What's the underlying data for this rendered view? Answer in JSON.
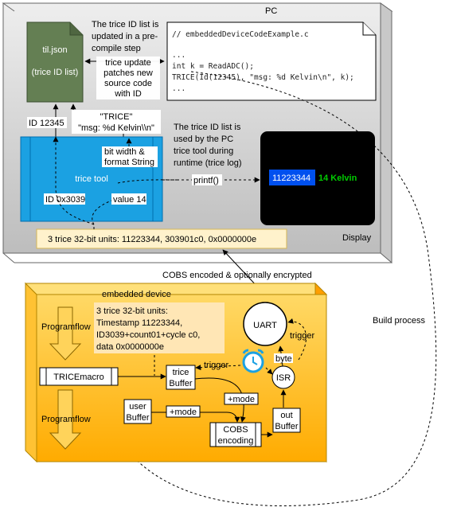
{
  "pc": {
    "title": "PC",
    "display_label": "Display",
    "til_file": {
      "name": "til.json",
      "subtitle": "(trice ID list)"
    },
    "prebuild_note": [
      "The trice ID list is",
      "updated in a pre-",
      "compile step"
    ],
    "update_note": [
      "trice update",
      "patches new",
      "source code",
      "with ID"
    ],
    "code_lines": [
      "// embeddedDeviceCodeExample.c",
      "...",
      "int k = ReadADC();",
      "TRICE(Id(12345), \"msg: %d Kelvin\\n\", k);",
      "..."
    ],
    "id_label": "ID 12345",
    "trice_string": [
      "\"TRICE\"",
      "\"msg: %d Kelvin\\\\n\""
    ],
    "runtime_note": [
      "The trice ID list is",
      "used by the PC",
      "trice tool during",
      "runtime (trice log)"
    ],
    "trice_tool": {
      "label": "trice tool",
      "bitwidth_note": [
        "bit width &",
        "format String"
      ],
      "id_hex": "ID 0x3039",
      "value": "value 14"
    },
    "printf_label": "printf()",
    "display": {
      "timestamp": "11223344",
      "message": "14 Kelvin"
    },
    "units_label": "3 trice 32-bit units: 11223344, 303901c0, 0x0000000e"
  },
  "link_label": "COBS encoded & optionally encrypted",
  "build_label": "Build process",
  "device": {
    "title": "embedded device",
    "programflow": "Programflow",
    "units_note": [
      "3 trice 32-bit units:",
      "Timestamp 11223344,",
      "ID3039+count01+cycle c0,",
      "data 0x0000000e"
    ],
    "uart": "UART",
    "trigger_top": "trigger",
    "byte": "byte",
    "trigger_left": "trigger",
    "isr": "ISR",
    "trice_macro": "TRICEmacro",
    "trice_buffer": [
      "trice",
      "Buffer"
    ],
    "mode_top": "+mode",
    "user_buffer": [
      "user",
      "Buffer"
    ],
    "mode_bottom": "+mode",
    "cobs": [
      "COBS",
      "encoding"
    ],
    "out_buffer": [
      "out",
      "Buffer"
    ]
  },
  "colors": {
    "pc_front": "#d7d7d7",
    "pc_top": "#ebebeb",
    "pc_side": "#c4c4c4",
    "til_green": "#647f53",
    "tool_blue": "#1ba1e2",
    "display_bg": "#000000",
    "display_ts": "#0050ef",
    "display_msg": "#00cc00",
    "device_front": "#ffb400",
    "device_top": "#ffe07a",
    "note_bg": "#ffe6b5",
    "units_bg": "#fff2cc"
  }
}
